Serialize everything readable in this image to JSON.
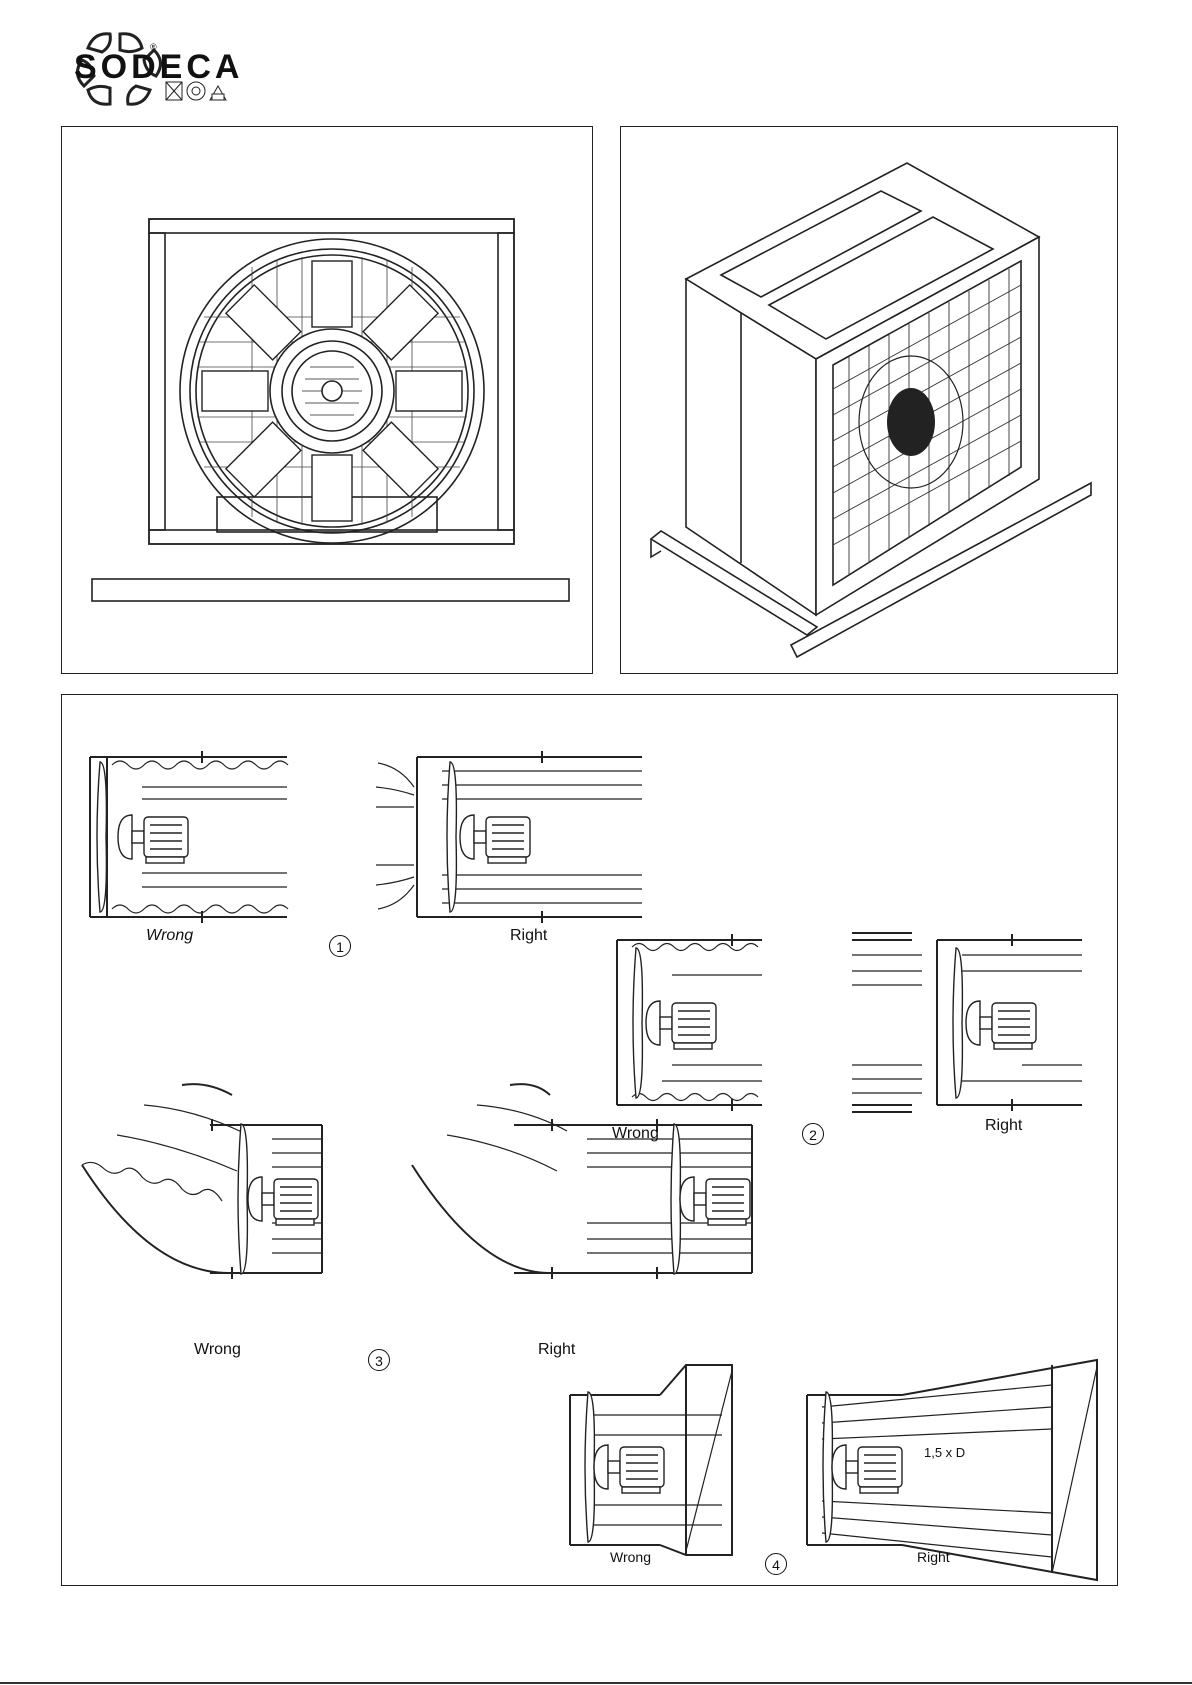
{
  "brand": {
    "name": "SODECA",
    "registered": "®"
  },
  "diagrams": {
    "d1": {
      "number": "1",
      "wrong": "Wrong",
      "right": "Right"
    },
    "d2": {
      "number": "2",
      "wrong": "Wrong",
      "right": "Right"
    },
    "d3": {
      "number": "3",
      "wrong": "Wrong",
      "right": "Right"
    },
    "d4": {
      "number": "4",
      "wrong": "Wrong",
      "right": "Right",
      "dim_label": "1,5 x D"
    }
  }
}
